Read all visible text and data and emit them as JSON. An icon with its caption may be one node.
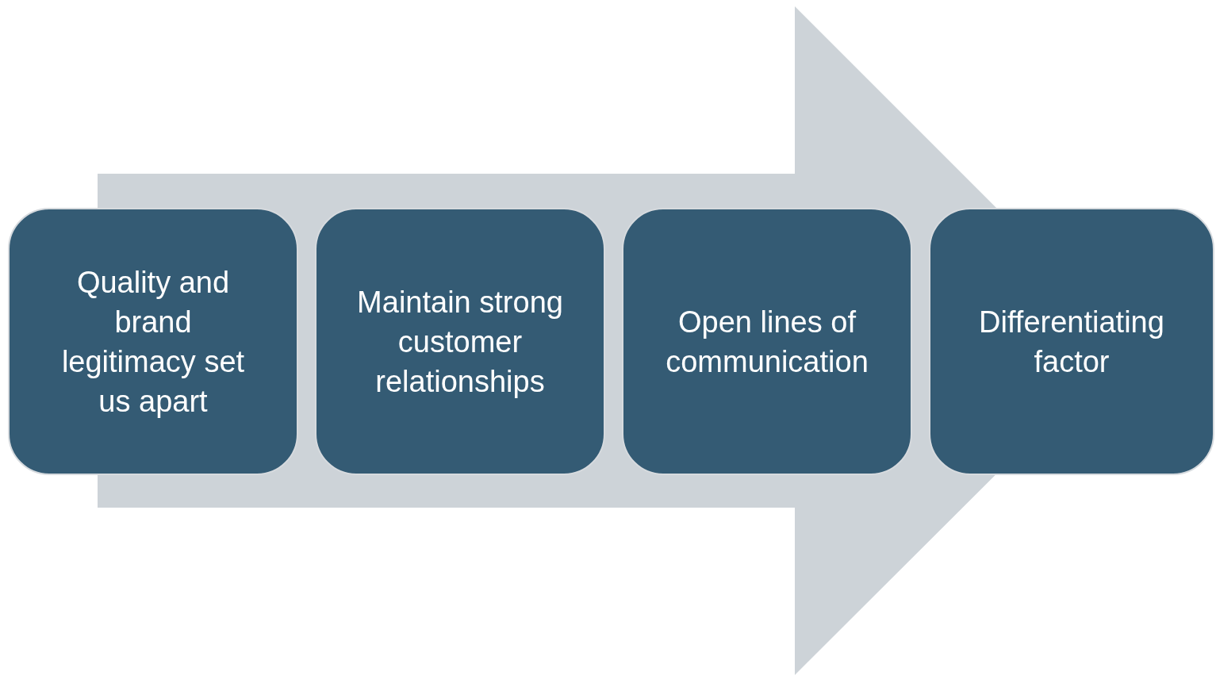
{
  "diagram": {
    "nodes": [
      {
        "text": [
          "Quality and brand legitimacy set us apart"
        ]
      },
      {
        "text": [
          "Maintain strong customer relationships"
        ]
      },
      {
        "text": [
          "Open lines of communication"
        ]
      },
      {
        "text": [
          "Differentiating factor"
        ]
      }
    ],
    "edges": [
      {
        "from": 0,
        "to": 3,
        "arrow": "to"
      }
    ]
  }
}
